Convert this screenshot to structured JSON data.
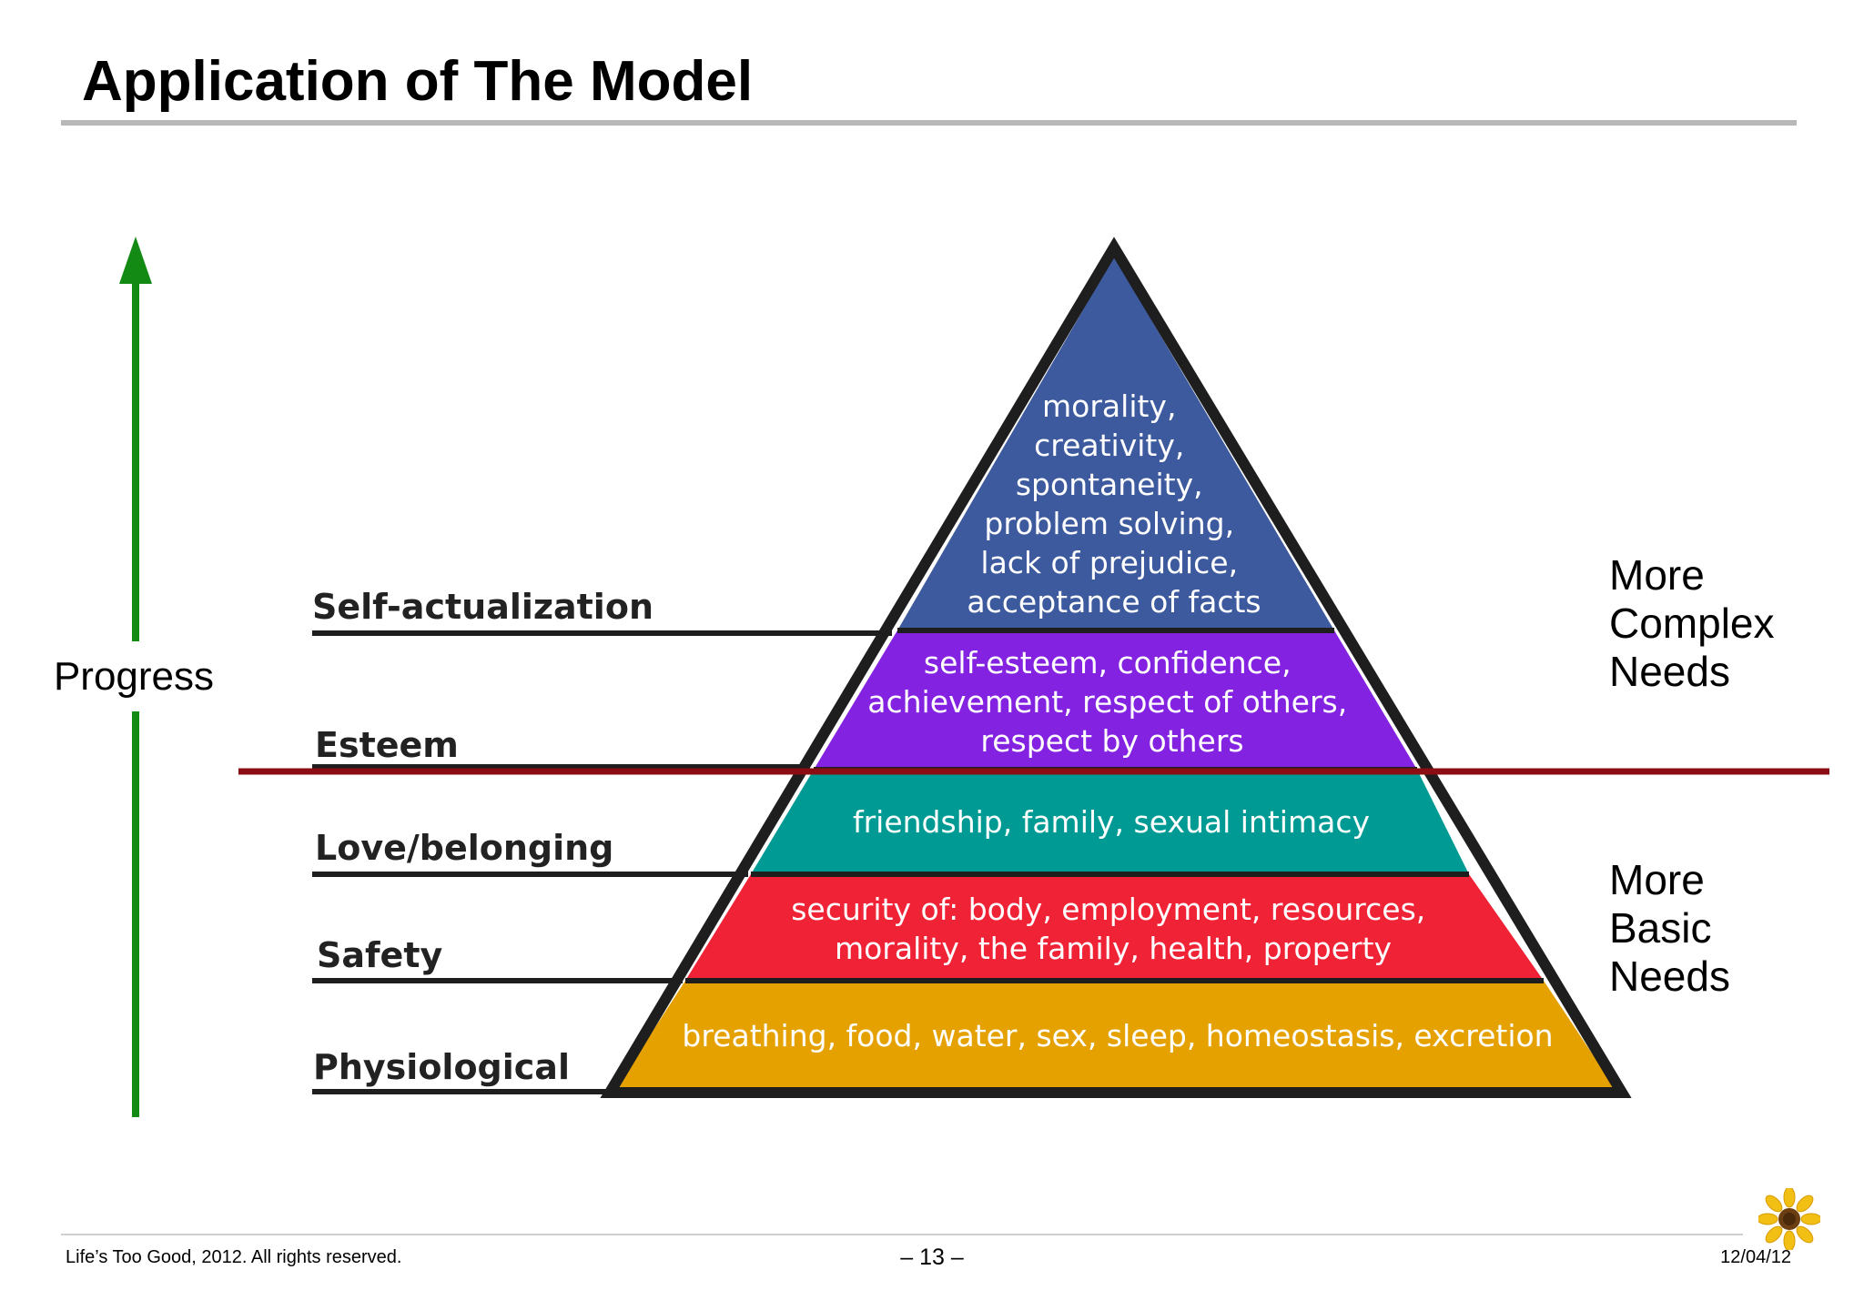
{
  "slide": {
    "title": "Application of The Model",
    "progress_label": "Progress",
    "complex_needs": [
      "More",
      "Complex",
      "Needs"
    ],
    "basic_needs": [
      "More",
      "Basic",
      "Needs"
    ]
  },
  "pyramid": {
    "levels": [
      {
        "name": "Self-actualization",
        "color": "#3d5a9e",
        "text": [
          "morality,",
          "creativity,",
          "spontaneity,",
          "problem solving,",
          "lack of prejudice,",
          "acceptance of facts"
        ]
      },
      {
        "name": "Esteem",
        "color": "#8422e2",
        "text": [
          "self-esteem, confidence,",
          "achievement, respect of others,",
          "respect by others"
        ]
      },
      {
        "name": "Love/belonging",
        "color": "#009a94",
        "text": [
          "friendship, family, sexual intimacy"
        ]
      },
      {
        "name": "Safety",
        "color": "#f02235",
        "text": [
          "security of: body, employment, resources,",
          "morality, the family, health, property"
        ]
      },
      {
        "name": "Physiological",
        "color": "#e5a100",
        "text": [
          "breathing, food, water, sex, sleep, homeostasis, excretion"
        ]
      }
    ],
    "outline_color": "#1e1e1e"
  },
  "colors": {
    "progress_arrow": "#138a13",
    "divider": "#8b0d12",
    "rule": "#b8b8b8"
  },
  "footer": {
    "left": "Life’s Too Good, 2012.  All rights reserved.",
    "center": "– 13 –",
    "right": "12/04/12"
  },
  "logo_icon": "sunflower-icon"
}
